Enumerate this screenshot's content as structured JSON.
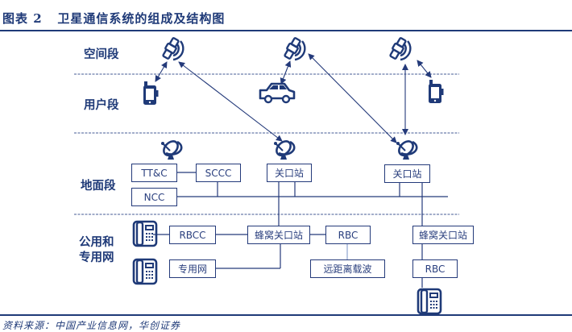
{
  "figure": {
    "title": "图表 2   卫星通信系统的组成及结构图",
    "source": "资料来源：中国产业信息网，华创证券"
  },
  "segments": {
    "space": "空间段",
    "user": "用户段",
    "ground": "地面段",
    "public_line1": "公用和",
    "public_line2": "专用网"
  },
  "ground_nodes": {
    "ttc": "TT&C",
    "sccc": "SCCC",
    "ncc": "NCC",
    "gateway_1": "关口站",
    "gateway_2": "关口站"
  },
  "network_nodes": {
    "rbcc": "RBCC",
    "cellular_gateway_1": "蜂窝关口站",
    "rbc_1": "RBC",
    "private_network": "专用网",
    "long_distance_carrier": "远距离载波",
    "cellular_gateway_2": "蜂窝关口站",
    "rbc_2": "RBC"
  },
  "colors": {
    "primary": "#1f3a78",
    "line": "#243a7a",
    "dashed": "#6b7cab"
  }
}
